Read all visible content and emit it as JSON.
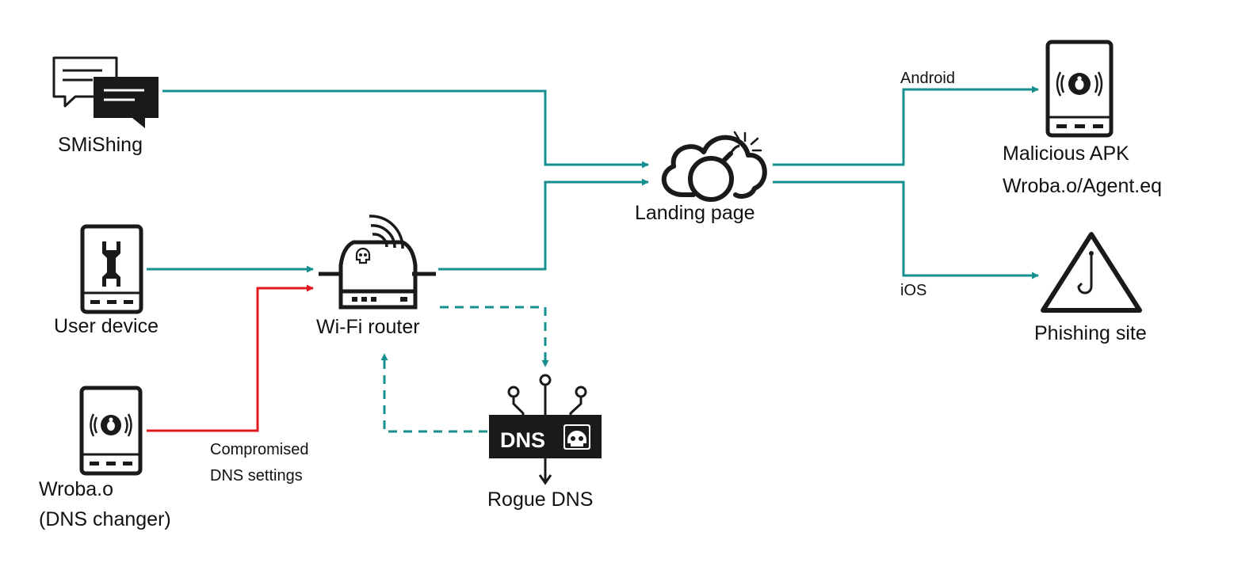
{
  "colors": {
    "teal": "#178f8f",
    "red": "#e2171e",
    "ink": "#1a1a1a",
    "background": "#ffffff"
  },
  "nodes": {
    "smishing": {
      "label": "SMiShing",
      "icon": "chat-bubbles-icon"
    },
    "user_device": {
      "label": "User device",
      "icon": "phone-wrench-icon"
    },
    "wroba": {
      "label_line1": "Wroba.o",
      "label_line2": "(DNS changer)",
      "icon": "phone-malware-icon"
    },
    "router": {
      "label": "Wi-Fi router",
      "icon": "router-skull-icon"
    },
    "rogue_dns": {
      "label": "Rogue DNS",
      "badge": "DNS",
      "icon": "dns-skull-icon"
    },
    "landing": {
      "label": "Landing page",
      "icon": "cloud-bomb-icon"
    },
    "apk": {
      "label_line1": "Malicious APK",
      "label_line2": "Wroba.o/Agent.eq",
      "icon": "phone-malware-icon"
    },
    "phishing": {
      "label": "Phishing site",
      "icon": "warning-hook-icon"
    }
  },
  "edges": {
    "compromised_line1": "Compromised",
    "compromised_line2": "DNS settings",
    "android": "Android",
    "ios": "iOS"
  }
}
